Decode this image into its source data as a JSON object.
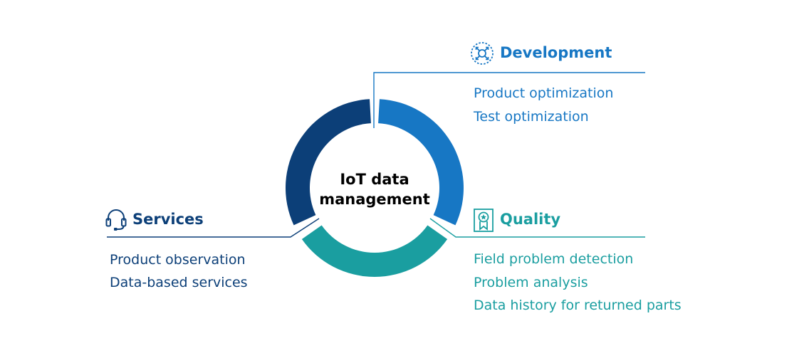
{
  "center": {
    "line1": "IoT data",
    "line2": "management"
  },
  "colors": {
    "development": "#1777c4",
    "quality": "#1a9ea0",
    "services": "#0c3f78"
  },
  "sections": {
    "development": {
      "title": "Development",
      "icon": "development-icon",
      "items": [
        "Product optimization",
        "Test optimization"
      ]
    },
    "quality": {
      "title": "Quality",
      "icon": "quality-badge-icon",
      "items": [
        "Field problem detection",
        "Problem analysis",
        "Data history for returned parts"
      ]
    },
    "services": {
      "title": "Services",
      "icon": "headset-icon",
      "items": [
        "Product observation",
        "Data-based services"
      ]
    }
  }
}
